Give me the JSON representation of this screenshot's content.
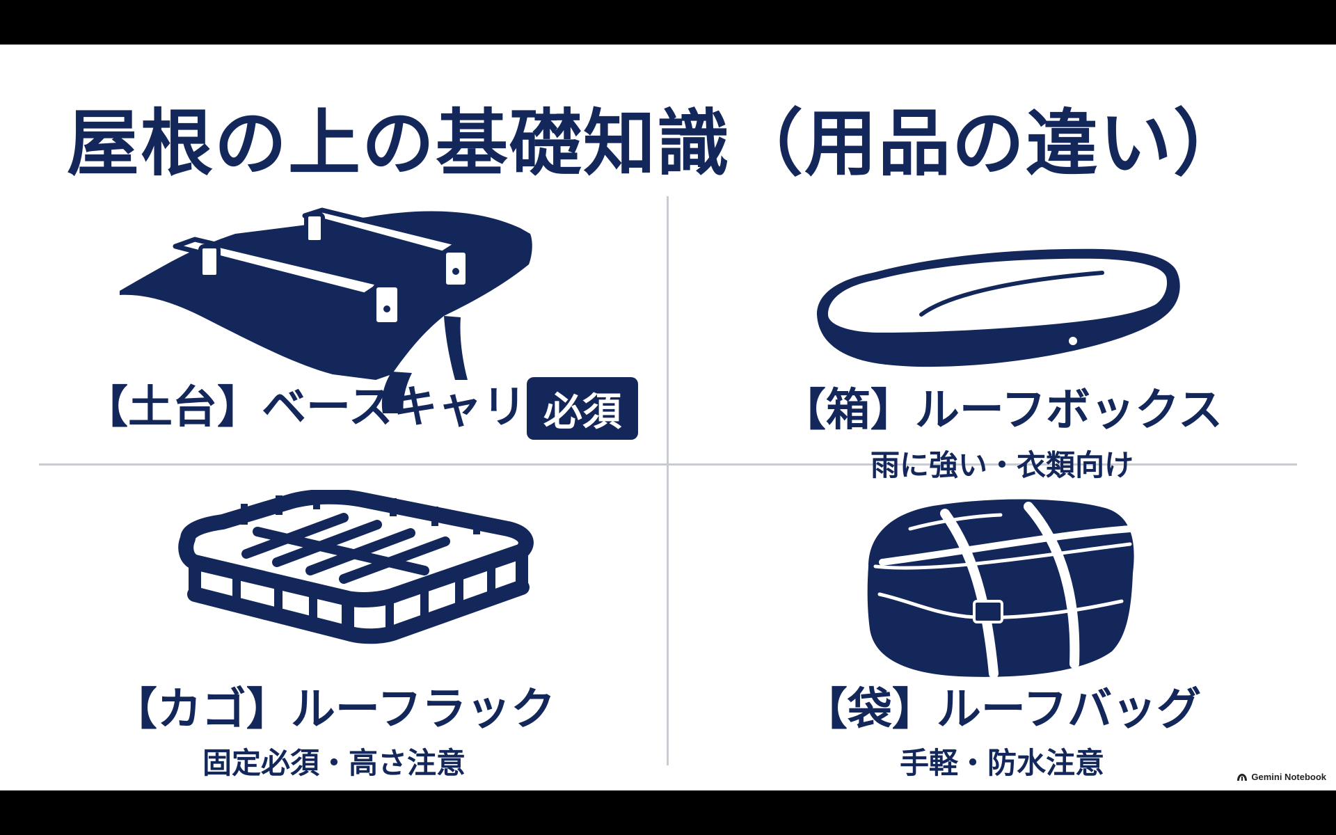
{
  "title": "屋根の上の基礎知識（用品の違い）",
  "colors": {
    "navy": "#13275a",
    "divider": "#c9cbd2",
    "background": "#ffffff",
    "frame": "#000000"
  },
  "items": [
    {
      "name": "【土台】ベースキャリア",
      "badge": "必須",
      "icon": "roof-crossbars-icon"
    },
    {
      "name": "【箱】ルーフボックス",
      "description": "雨に強い・衣類向け",
      "icon": "roof-box-icon"
    },
    {
      "name": "【カゴ】ルーフラック",
      "description": "固定必須・高さ注意",
      "icon": "roof-basket-icon"
    },
    {
      "name": "【袋】ルーフバッグ",
      "description": "手軽・防水注意",
      "icon": "roof-bag-icon"
    }
  ],
  "watermark": {
    "text": "Gemini Notebook",
    "icon": "notebook-logo-icon"
  }
}
